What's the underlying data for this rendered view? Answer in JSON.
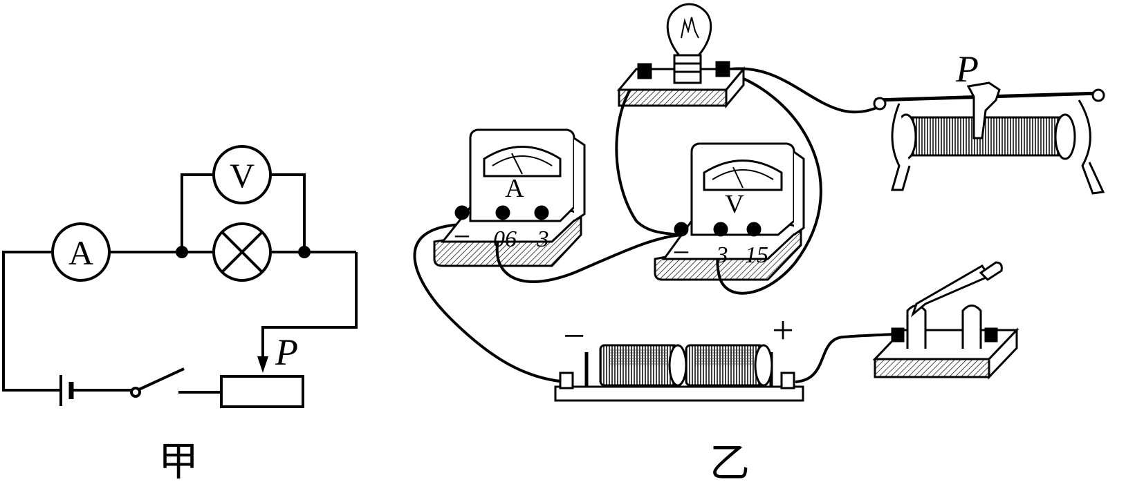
{
  "diagram_jia": {
    "caption": "甲",
    "ammeter_symbol": "A",
    "voltmeter_symbol": "V",
    "rheostat_slider_label": "P"
  },
  "diagram_yi": {
    "caption": "乙",
    "ammeter": {
      "symbol": "A",
      "terminal_minus": "−",
      "terminal_06": "06",
      "terminal_3": "3"
    },
    "voltmeter": {
      "symbol": "V",
      "terminal_minus": "−",
      "terminal_3": "3",
      "terminal_15": "15"
    },
    "battery": {
      "minus": "−",
      "plus": "+"
    },
    "rheostat_slider_label": "P"
  },
  "colors": {
    "ink": "#000000",
    "paper": "#ffffff",
    "hatch": "#000000"
  }
}
